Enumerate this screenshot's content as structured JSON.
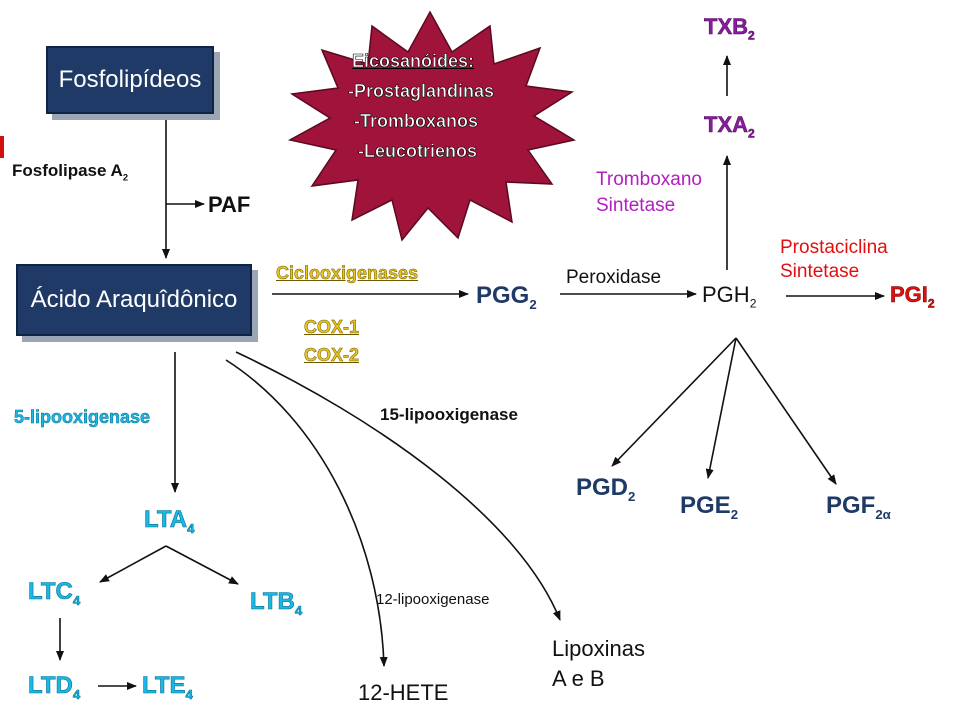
{
  "nodes": {
    "fosfolipideos": "Fosfolipídeos",
    "acido": "Ácido Araquîdônico",
    "paf": "PAF",
    "pgg2": {
      "base": "PGG",
      "sub": "2"
    },
    "pgh2": {
      "base": "PGH",
      "sub": "2"
    },
    "pgi2": {
      "base": "PGI",
      "sub": "2"
    },
    "txa2": {
      "base": "TXA",
      "sub": "2"
    },
    "txb2": {
      "base": "TXB",
      "sub": "2"
    },
    "pgd2": {
      "base": "PGD",
      "sub": "2"
    },
    "pge2": {
      "base": "PGE",
      "sub": "2"
    },
    "pgf2a": {
      "base": "PGF",
      "sub": "2α"
    },
    "lta4": {
      "base": "LTA",
      "sub": "4"
    },
    "ltc4": {
      "base": "LTC",
      "sub": "4"
    },
    "ltb4": {
      "base": "LTB",
      "sub": "4"
    },
    "ltd4": {
      "base": "LTD",
      "sub": "4"
    },
    "lte4": {
      "base": "LTE",
      "sub": "4"
    },
    "hete": "12-HETE",
    "lipoxinas_1": "Lipoxinas",
    "lipoxinas_2": "A e B"
  },
  "enzymes": {
    "fosfolipase": {
      "base": "Fosfolipase A",
      "sub": "2"
    },
    "ciclooxigenases": "Ciclooxigenases",
    "cox1": "COX-1",
    "cox2": "COX-2",
    "peroxidase": "Peroxidase",
    "tromboxano_1": "Tromboxano",
    "tromboxano_2": "Sintetase",
    "prostaciclina_1": "Prostaciclina",
    "prostaciclina_2": "Sintetase",
    "lipoox5": "5-lipooxigenase",
    "lipoox15": "15-lipooxigenase",
    "lipoox12": "12-lipooxigenase"
  },
  "starburst": {
    "title": "Eicosanóides:",
    "items": [
      "-Prostaglandinas",
      "-Tromboxanos",
      "-Leucotrienos"
    ]
  },
  "colors": {
    "box": "#1f3a66",
    "node_blue": "#1f3a66",
    "node_cyan": "#19b8e6",
    "txa_purple": "#8a1aa0",
    "tromboxano_label": "#b020c0",
    "prostaciclina_red": "#e01010",
    "cox_yellow": "#e8c31a",
    "starburst": "#a0133a"
  }
}
